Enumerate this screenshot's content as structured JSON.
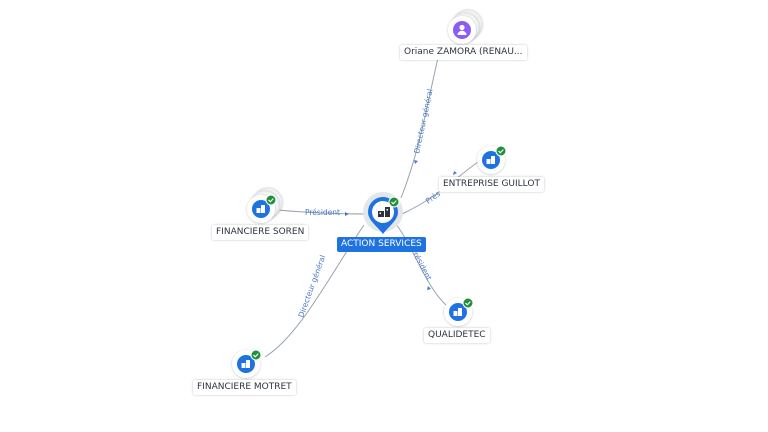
{
  "center": {
    "name": "ACTION SERVICES"
  },
  "nodes": [
    {
      "name": "Oriane ZAMORA (RENAU...",
      "type": "person"
    },
    {
      "name": "ENTREPRISE GUILLOT",
      "type": "company",
      "verified": true
    },
    {
      "name": "FINANCIERE SOREN",
      "type": "company",
      "verified": true
    },
    {
      "name": "QUALIDETEC",
      "type": "company",
      "verified": true
    },
    {
      "name": "FINANCIERE MOTRET",
      "type": "company",
      "verified": true
    }
  ],
  "edges": [
    {
      "label": "Directeur général"
    },
    {
      "label": "Prés"
    },
    {
      "label": "Président"
    },
    {
      "label": "Président"
    },
    {
      "label": "Directeur général"
    }
  ],
  "colors": {
    "center": "#1f73e0",
    "company": "#1f73e0",
    "person": "#8b5cf6",
    "verified": "#1f8f3a",
    "edge_label": "#4a78c8"
  }
}
